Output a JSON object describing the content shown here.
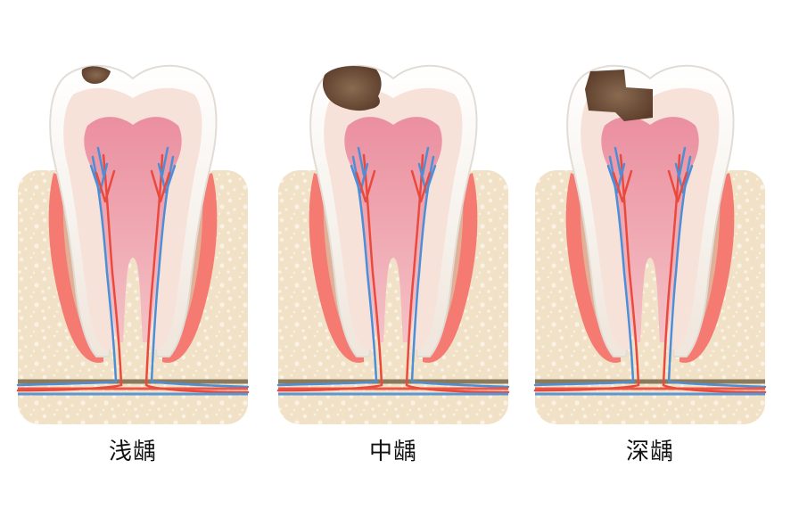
{
  "panels": [
    {
      "label": "浅龋"
    },
    {
      "label": "中龋"
    },
    {
      "label": "深龋"
    }
  ],
  "colors": {
    "background": "#ffffff",
    "bone": "#f1e1c6",
    "bone_speckle": "#faf1e1",
    "gum": "#f47a72",
    "enamel": "#f6f2ee",
    "dentin": "#f7e2d9",
    "pulp": "#e88a9a",
    "artery": "#ea4a3e",
    "vein": "#4c8fd6",
    "nerve": "#8c7a5c",
    "decay": "#6b4a35"
  }
}
